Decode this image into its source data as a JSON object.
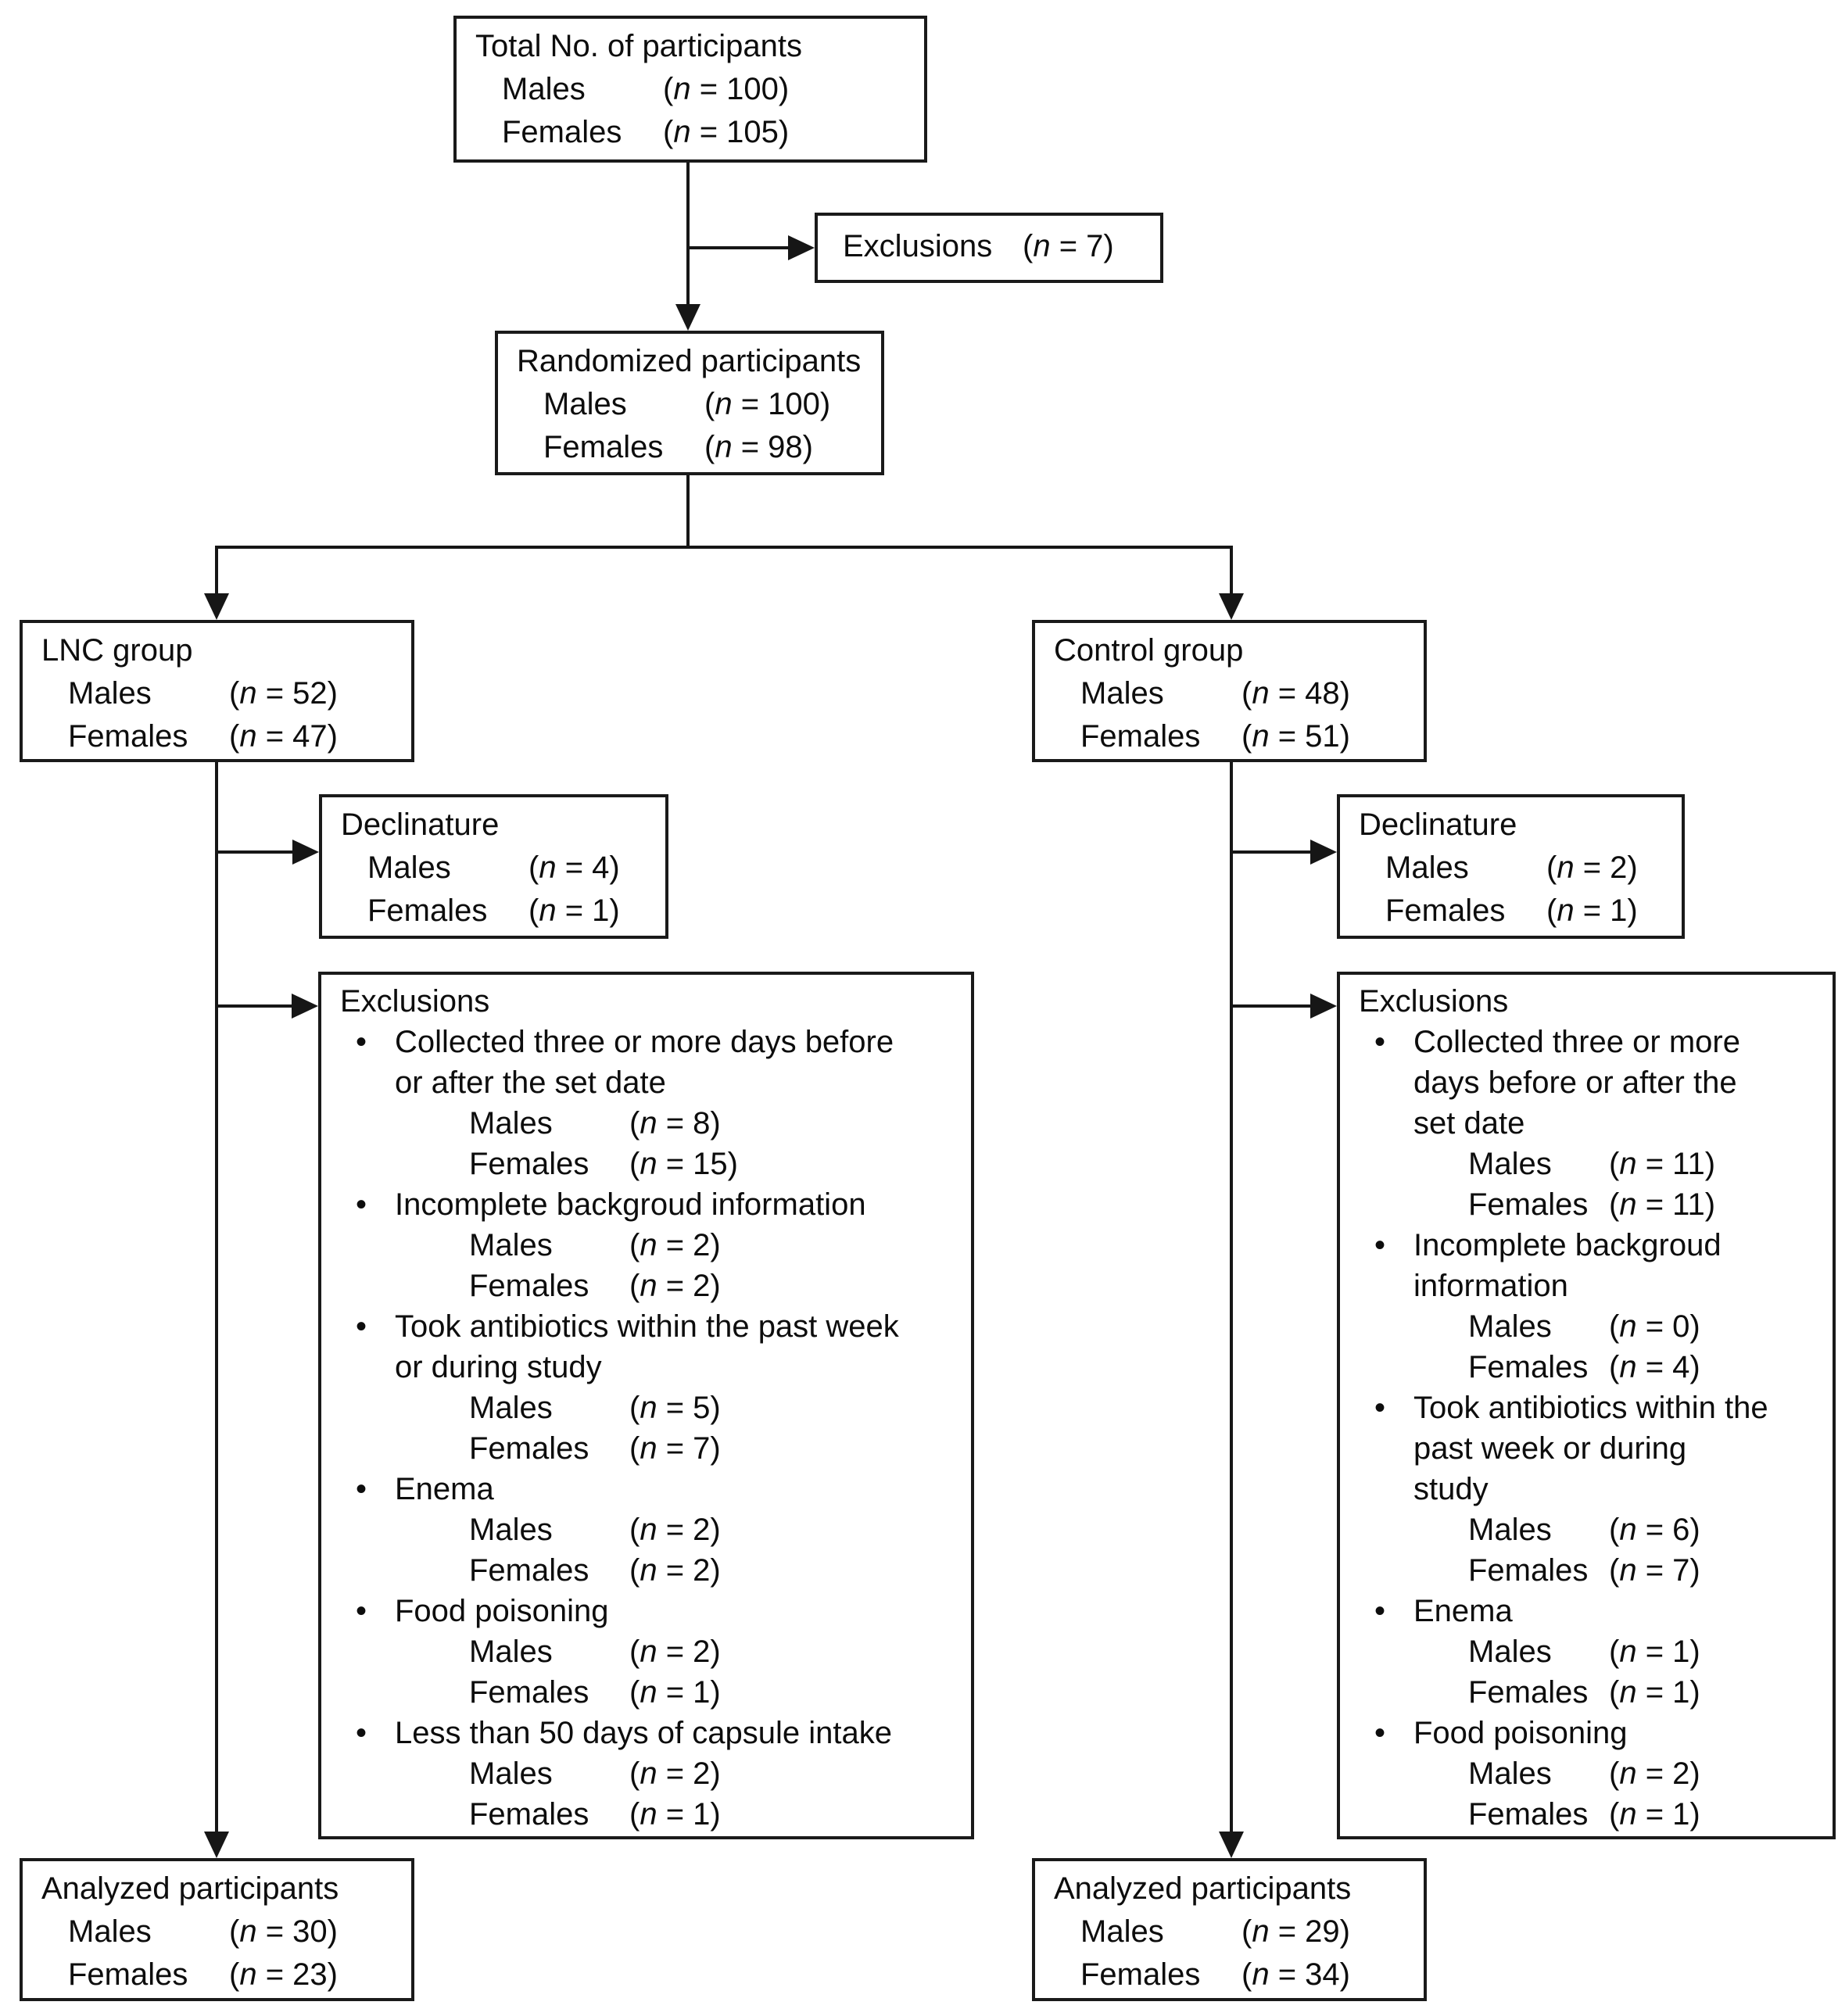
{
  "fmt": {
    "open": "(",
    "n": "n",
    "eq": " = ",
    "close": ")",
    "bullet": "•"
  },
  "boxes": {
    "total": {
      "title": "Total No. of participants",
      "rows": [
        {
          "label": "Males",
          "n": "100"
        },
        {
          "label": "Females",
          "n": "105"
        }
      ]
    },
    "exclusions_top": {
      "title": "Exclusions",
      "n": "7"
    },
    "randomized": {
      "title": "Randomized participants",
      "rows": [
        {
          "label": "Males",
          "n": "100"
        },
        {
          "label": "Females",
          "n": "98"
        }
      ]
    },
    "lnc": {
      "title": "LNC group",
      "rows": [
        {
          "label": "Males",
          "n": "52"
        },
        {
          "label": "Females",
          "n": "47"
        }
      ]
    },
    "control": {
      "title": "Control group",
      "rows": [
        {
          "label": "Males",
          "n": "48"
        },
        {
          "label": "Females",
          "n": "51"
        }
      ]
    },
    "declinature_lnc": {
      "title": "Declinature",
      "rows": [
        {
          "label": "Males",
          "n": "4"
        },
        {
          "label": "Females",
          "n": "1"
        }
      ]
    },
    "declinature_control": {
      "title": "Declinature",
      "rows": [
        {
          "label": "Males",
          "n": "2"
        },
        {
          "label": "Females",
          "n": "1"
        }
      ]
    },
    "exclusions_lnc": {
      "title": "Exclusions",
      "items": [
        {
          "reason": "Collected three or more days before\nor after the set date",
          "rows": [
            {
              "label": "Males",
              "n": "8"
            },
            {
              "label": "Females",
              "n": "15"
            }
          ]
        },
        {
          "reason": "Incomplete backgroud information",
          "rows": [
            {
              "label": "Males",
              "n": "2"
            },
            {
              "label": "Females",
              "n": "2"
            }
          ]
        },
        {
          "reason": "Took antibiotics within the past week\nor during study",
          "rows": [
            {
              "label": "Males",
              "n": "5"
            },
            {
              "label": "Females",
              "n": "7"
            }
          ]
        },
        {
          "reason": "Enema",
          "rows": [
            {
              "label": "Males",
              "n": "2"
            },
            {
              "label": "Females",
              "n": "2"
            }
          ]
        },
        {
          "reason": "Food poisoning",
          "rows": [
            {
              "label": "Males",
              "n": "2"
            },
            {
              "label": "Females",
              "n": "1"
            }
          ]
        },
        {
          "reason": "Less than 50 days of capsule intake",
          "rows": [
            {
              "label": "Males",
              "n": "2"
            },
            {
              "label": "Females",
              "n": "1"
            }
          ]
        }
      ]
    },
    "exclusions_control": {
      "title": "Exclusions",
      "items": [
        {
          "reason": "Collected three or more\ndays before or after the\nset date",
          "rows": [
            {
              "label": "Males",
              "n": "11"
            },
            {
              "label": "Females",
              "n": "11"
            }
          ]
        },
        {
          "reason": "Incomplete backgroud\ninformation",
          "rows": [
            {
              "label": "Males",
              "n": "0"
            },
            {
              "label": "Females",
              "n": "4"
            }
          ]
        },
        {
          "reason": "Took antibiotics within the\npast week or during\nstudy",
          "rows": [
            {
              "label": "Males",
              "n": "6"
            },
            {
              "label": "Females",
              "n": "7"
            }
          ]
        },
        {
          "reason": "Enema",
          "rows": [
            {
              "label": "Males",
              "n": "1"
            },
            {
              "label": "Females",
              "n": "1"
            }
          ]
        },
        {
          "reason": "Food poisoning",
          "rows": [
            {
              "label": "Males",
              "n": "2"
            },
            {
              "label": "Females",
              "n": "1"
            }
          ]
        }
      ]
    },
    "analyzed_lnc": {
      "title": "Analyzed participants",
      "rows": [
        {
          "label": "Males",
          "n": "30"
        },
        {
          "label": "Females",
          "n": "23"
        }
      ]
    },
    "analyzed_control": {
      "title": "Analyzed participants",
      "rows": [
        {
          "label": "Males",
          "n": "29"
        },
        {
          "label": "Females",
          "n": "34"
        }
      ]
    }
  }
}
